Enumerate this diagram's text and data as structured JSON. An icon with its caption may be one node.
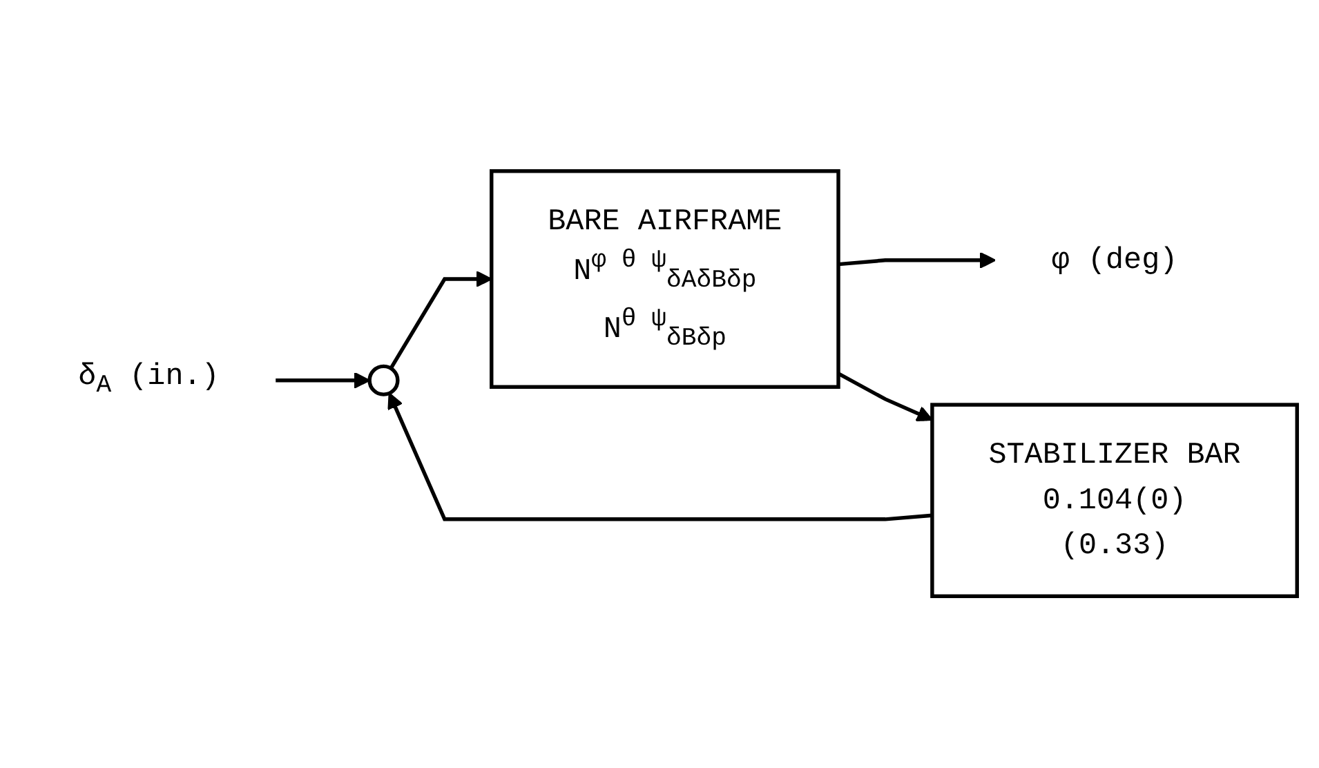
{
  "diagram": {
    "nodes": [
      {
        "text": [
          "δ$_{A}$ (in.)"
        ]
      },
      {
        "text": [],
        "shape": "circle"
      },
      {
        "text": [
          "BARE AIRFRAME",
          "N$^{φ θ ψ}$$_{δAδBδp}$",
          "N$^{θ ψ}$$_{δBδp}$"
        ]
      },
      {
        "text": [
          "φ (deg)"
        ]
      },
      {
        "text": [
          "STABILIZER BAR",
          "0.104(0)",
          "(0.33)"
        ]
      }
    ],
    "edges": [
      {
        "from": 0,
        "to": 1,
        "arrow": "to"
      },
      {
        "from": 1,
        "to": 2,
        "arrow": "to"
      },
      {
        "from": 2,
        "to": 3,
        "arrow": "to"
      },
      {
        "from": 2,
        "to": 4,
        "arrow": "to"
      },
      {
        "from": 4,
        "to": 1,
        "arrow": "to"
      }
    ]
  }
}
